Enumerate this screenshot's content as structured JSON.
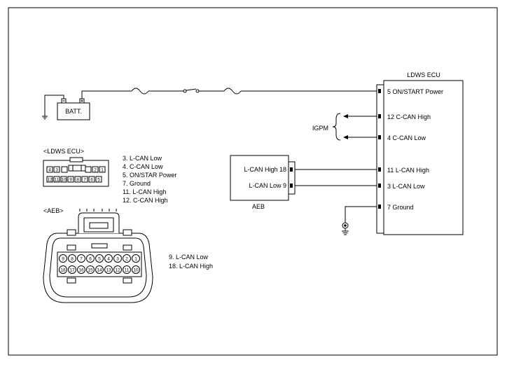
{
  "ecu": {
    "title": "LDWS ECU",
    "pins": [
      "5 ON/START Power",
      "12 C-CAN High",
      "4 C-CAN Low",
      "11 L-CAN High",
      "3 L-CAN Low",
      "7 Ground"
    ]
  },
  "battery": {
    "label": "BATT."
  },
  "igpm": {
    "label": "IGPM"
  },
  "aeb": {
    "title": "AEB",
    "pins": [
      "L-CAN High 18",
      "L-CAN Low 9"
    ]
  },
  "ldws_connector": {
    "title": "<LDWS ECU>",
    "top_row": [
      "4",
      "3",
      "2",
      "1"
    ],
    "bottom_row": [
      "12",
      "11",
      "10",
      "9",
      "8",
      "7",
      "6",
      "5"
    ],
    "legend": [
      "3. L-CAN Low",
      "4. C-CAN Low",
      "5. ON/STAR Power",
      "7. Ground",
      "11. L-CAN High",
      "12. C-CAN High"
    ]
  },
  "aeb_connector": {
    "title": "<AEB>",
    "top_row": [
      "9",
      "8",
      "7",
      "6",
      "5",
      "4",
      "3",
      "2",
      "1"
    ],
    "bottom_row": [
      "18",
      "17",
      "16",
      "15",
      "14",
      "13",
      "12",
      "11",
      "10"
    ],
    "legend": [
      "9. L-CAN Low",
      "18. L-CAN High"
    ]
  }
}
